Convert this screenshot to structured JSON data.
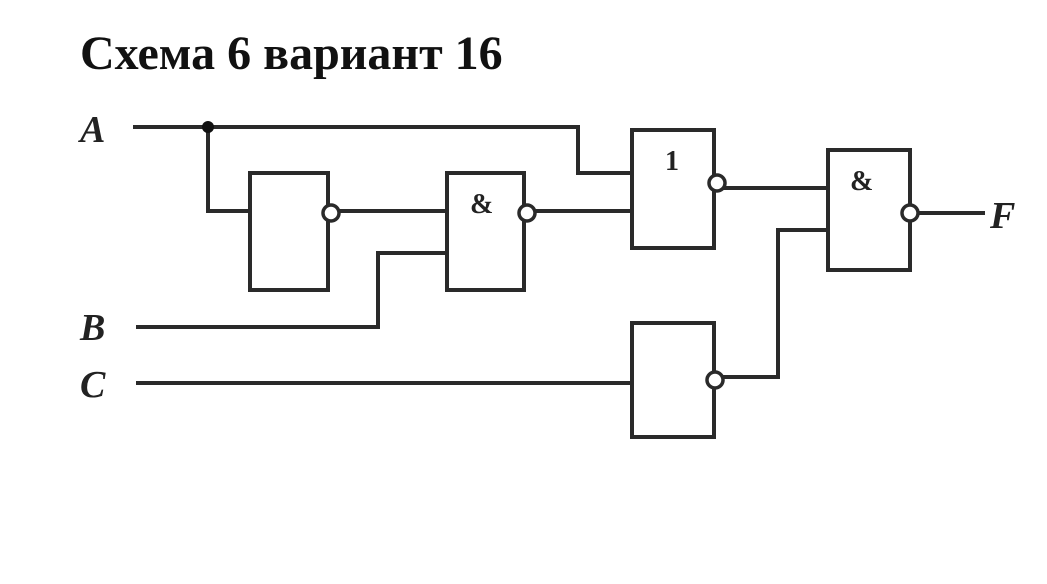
{
  "title": "Схема 6 вариант 16",
  "inputs": {
    "a": "A",
    "b": "B",
    "c": "C"
  },
  "output": "F",
  "gates": {
    "inverter_a": {
      "symbol": "",
      "inverted_output": true
    },
    "and_1": {
      "symbol": "&",
      "inverted_output": true
    },
    "or_1": {
      "symbol": "1",
      "inverted_output": true
    },
    "inverter_c": {
      "symbol": "",
      "inverted_output": true
    },
    "and_final": {
      "symbol": "&",
      "inverted_output": true
    }
  }
}
